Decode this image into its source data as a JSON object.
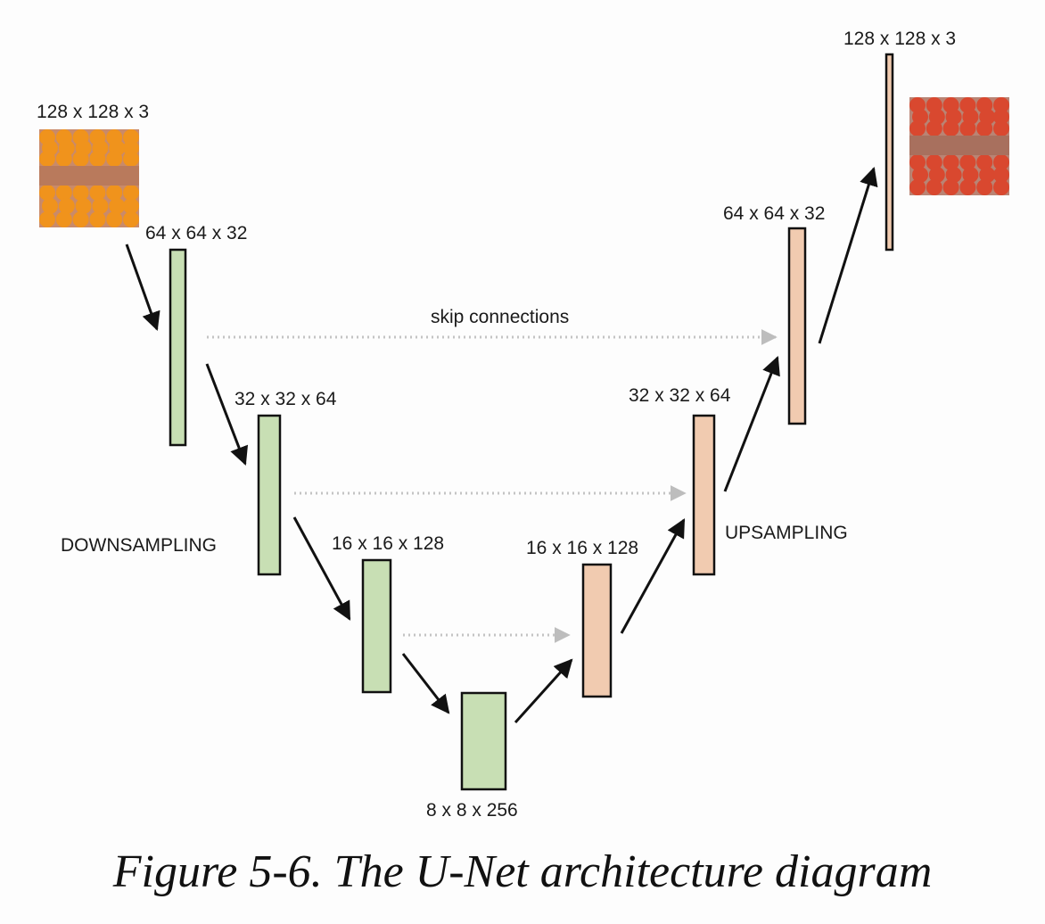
{
  "labels": {
    "input_size": "128 x 128 x 3",
    "output_size": "128 x 128 x 3",
    "down1": "64 x 64 x 32",
    "down2": "32 x 32 x 64",
    "down3": "16 x 16 x 128",
    "bottleneck": "8 x 8 x 256",
    "up1": "16 x 16 x 128",
    "up2": "32 x 32 x 64",
    "up3": "64 x 64 x 32",
    "skip": "skip connections",
    "downsampling": "DOWNSAMPLING",
    "upsampling": "UPSAMPLING"
  },
  "caption": {
    "figure": "Figure 5-6.",
    "text": " The U-Net architecture diagram"
  },
  "colors": {
    "down_fill": "#c8dfb4",
    "up_fill": "#f1cbb0",
    "stroke": "#111111",
    "skip": "#c4c4c4",
    "arrow": "#111111",
    "orange": "#f0931c",
    "tomato": "#d9482f",
    "crate": "#c98a6a"
  },
  "icons": {
    "input_image": "oranges-crate-image",
    "output_image": "tomatoes-crate-image"
  }
}
